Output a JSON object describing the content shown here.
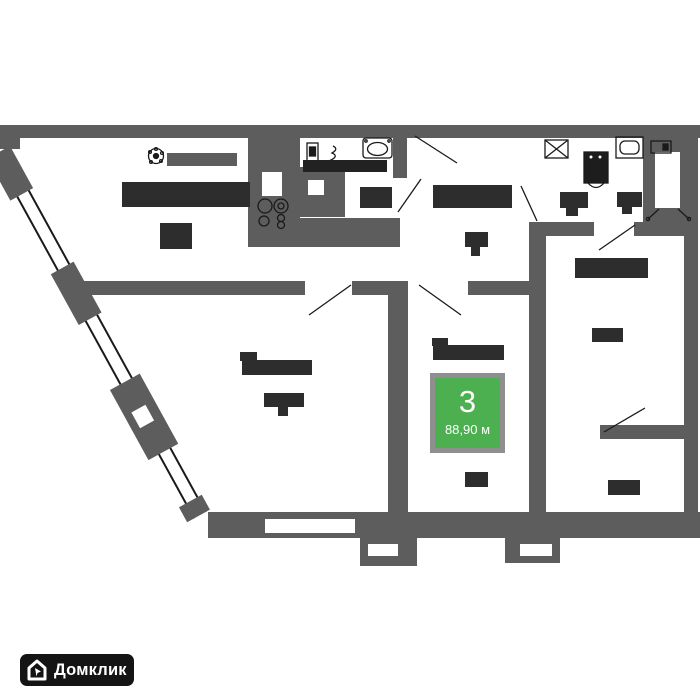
{
  "plan": {
    "type": "apartment-floor-plan",
    "badge": {
      "rooms_count": "3",
      "area_label": "88,90 м"
    },
    "label_blocks_note": "room name and area labels are rendered as solid dark redacted blocks",
    "icons": {
      "vent": "vent-icon",
      "water_heater": "water-heater-icon",
      "towel_rail": "towel-rail-icon",
      "washbasin": "washbasin-icon",
      "bathtub": "bathtub-icon",
      "toilet": "toilet-icon",
      "bidet": "bidet-icon",
      "hob": "hob-icon",
      "oven": "oven-icon",
      "kitchen_sink": "kitchen-sink-icon",
      "fridge": "fridge-icon",
      "house": "house-icon"
    }
  },
  "logo": {
    "text": "Домклик"
  },
  "colors": {
    "wall": "#5d5d5d",
    "label_block": "#2d2d2d",
    "line": "#1a1a1a",
    "badge_green": "#4caf50",
    "badge_frame": "#8f8f8f",
    "logo_bg": "#141414",
    "paper": "#ffffff"
  }
}
